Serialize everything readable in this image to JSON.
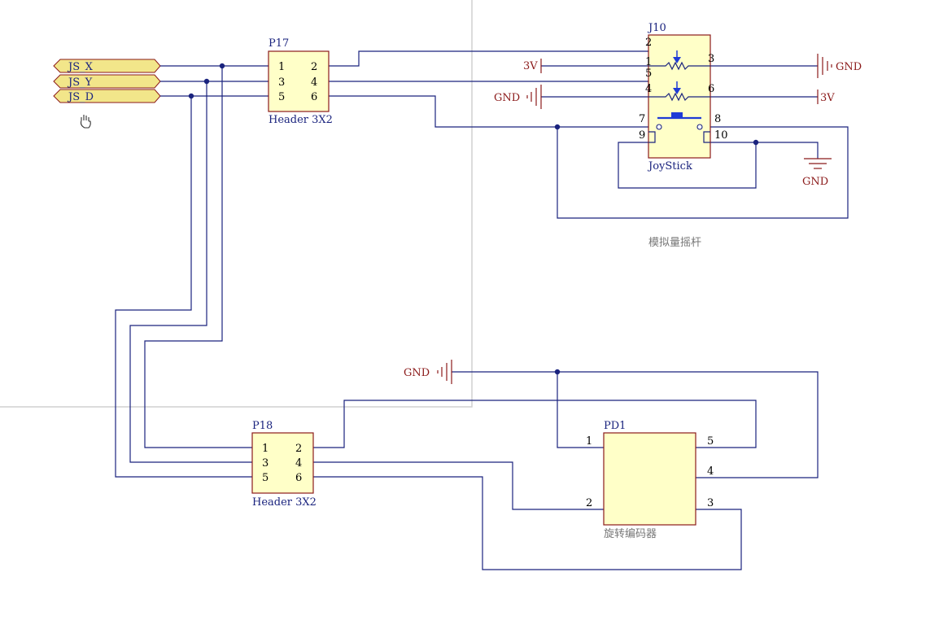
{
  "net_ports": [
    "JS_X",
    "JS_Y",
    "JS_D"
  ],
  "cursor_icon": "hand-cursor-icon",
  "colors": {
    "wire": "#1a237e",
    "component": "#8b1a1a",
    "body": "#ffffc8",
    "port": "#f2e68a"
  },
  "p17": {
    "designator": "P17",
    "comment": "Header 3X2",
    "pins": [
      "1",
      "2",
      "3",
      "4",
      "5",
      "6"
    ]
  },
  "p18": {
    "designator": "P18",
    "comment": "Header 3X2",
    "pins": [
      "1",
      "2",
      "3",
      "4",
      "5",
      "6"
    ]
  },
  "j10": {
    "designator": "J10",
    "comment": "JoyStick",
    "pins": [
      "2",
      "1",
      "5",
      "3",
      "4",
      "6",
      "7",
      "8",
      "9",
      "10"
    ]
  },
  "pd1": {
    "designator": "PD1",
    "comment": "旋转编码器",
    "pins": [
      "1",
      "2",
      "3",
      "4",
      "5"
    ]
  },
  "power": {
    "v3a": "3V",
    "gnd_right": "GND",
    "gnd_left": "GND",
    "v3b": "3V",
    "gnd_ground": "GND",
    "gnd_enc": "GND"
  },
  "captions": {
    "joystick_section": "模拟量摇杆"
  }
}
